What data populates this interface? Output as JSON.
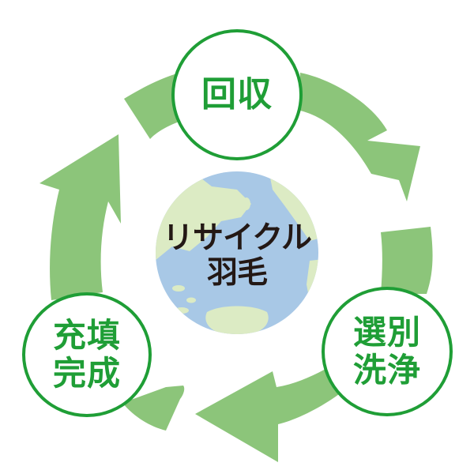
{
  "diagram": {
    "type": "recycle-cycle",
    "center": {
      "line1": "リサイクル",
      "line2": "羽毛"
    },
    "steps": [
      {
        "position": "top",
        "line1": "回収",
        "line2": ""
      },
      {
        "position": "bottom-right",
        "line1": "選別",
        "line2": "洗浄"
      },
      {
        "position": "bottom-left",
        "line1": "充填",
        "line2": "完成"
      }
    ],
    "flow": "clockwise",
    "colors": {
      "arrow": "#8cc57a",
      "node_border": "#1f9e36",
      "node_text": "#1f9e36",
      "center_text": "#231815",
      "globe_ocean": "#a8c8e6",
      "globe_land": "#dcebc4"
    }
  }
}
